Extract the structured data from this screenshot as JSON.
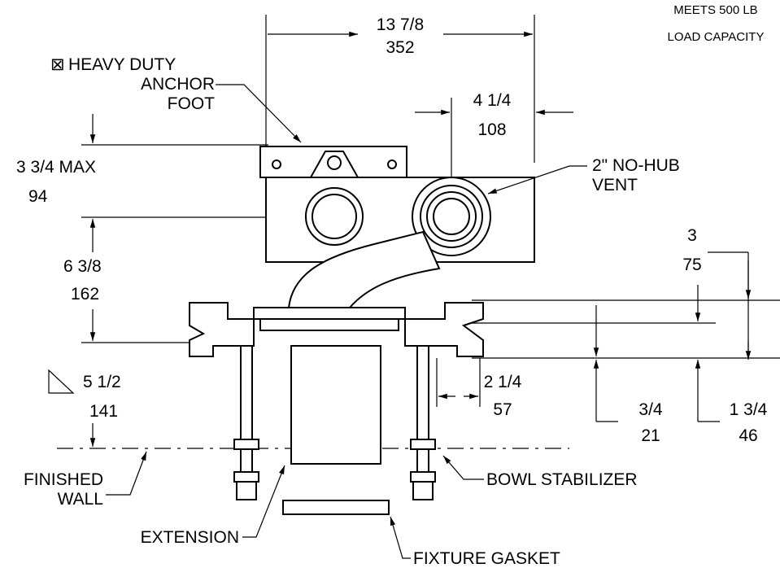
{
  "drawing": {
    "capacity_line1": "MEETS 500 LB",
    "capacity_line2": "LOAD CAPACITY",
    "width_dim": "13 7/8",
    "width_dim_mm": "352",
    "anchor_prefix": "⊠",
    "anchor_line1": "HEAVY DUTY",
    "anchor_line2": "ANCHOR",
    "anchor_line3": "FOOT",
    "vent_offset_dim": "4 1/4",
    "vent_offset_dim_mm": "108",
    "vent_label_line1": "2\" NO-HUB",
    "vent_label_line2": "VENT",
    "top_dim": "3 3/4 MAX",
    "top_dim_mm": "94",
    "mid_dim": "6 3/8",
    "mid_dim_mm": "162",
    "bottom_dim": "5 1/2",
    "bottom_dim_mm": "141",
    "right_dim": "3",
    "right_dim_mm": "75",
    "stabilizer_offset_dim": "2 1/4",
    "stabilizer_offset_dim_mm": "57",
    "flange_dim": "3/4",
    "flange_dim_mm": "21",
    "outlet_dim": "1 3/4",
    "outlet_dim_mm": "46",
    "finished_wall_line1": "FINISHED",
    "finished_wall_line2": "WALL",
    "bowl_stabilizer": "BOWL STABILIZER",
    "extension": "EXTENSION",
    "fixture_gasket": "FIXTURE GASKET"
  }
}
